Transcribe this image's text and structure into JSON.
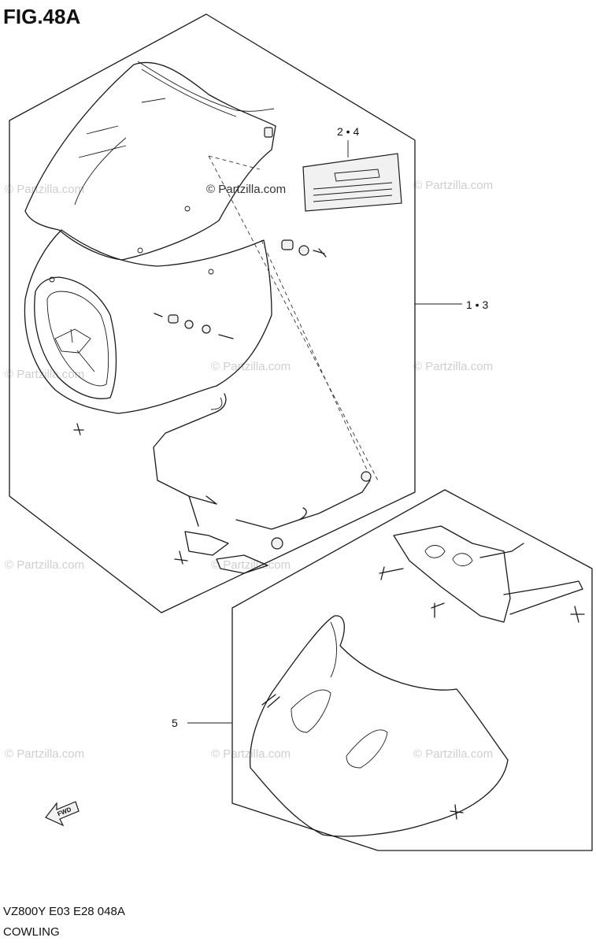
{
  "figure": {
    "title": "FIG.48A",
    "model_code": "VZ800Y E03 E28 048A",
    "section_name": "COWLING"
  },
  "callouts": [
    {
      "id": "callout-2-4",
      "label": "2 • 4"
    },
    {
      "id": "callout-1-3",
      "label": "1 • 3"
    },
    {
      "id": "callout-5",
      "label": "5"
    }
  ],
  "watermark": {
    "text": "© Partzilla.com"
  },
  "direction_icon": {
    "label": "FWD"
  }
}
